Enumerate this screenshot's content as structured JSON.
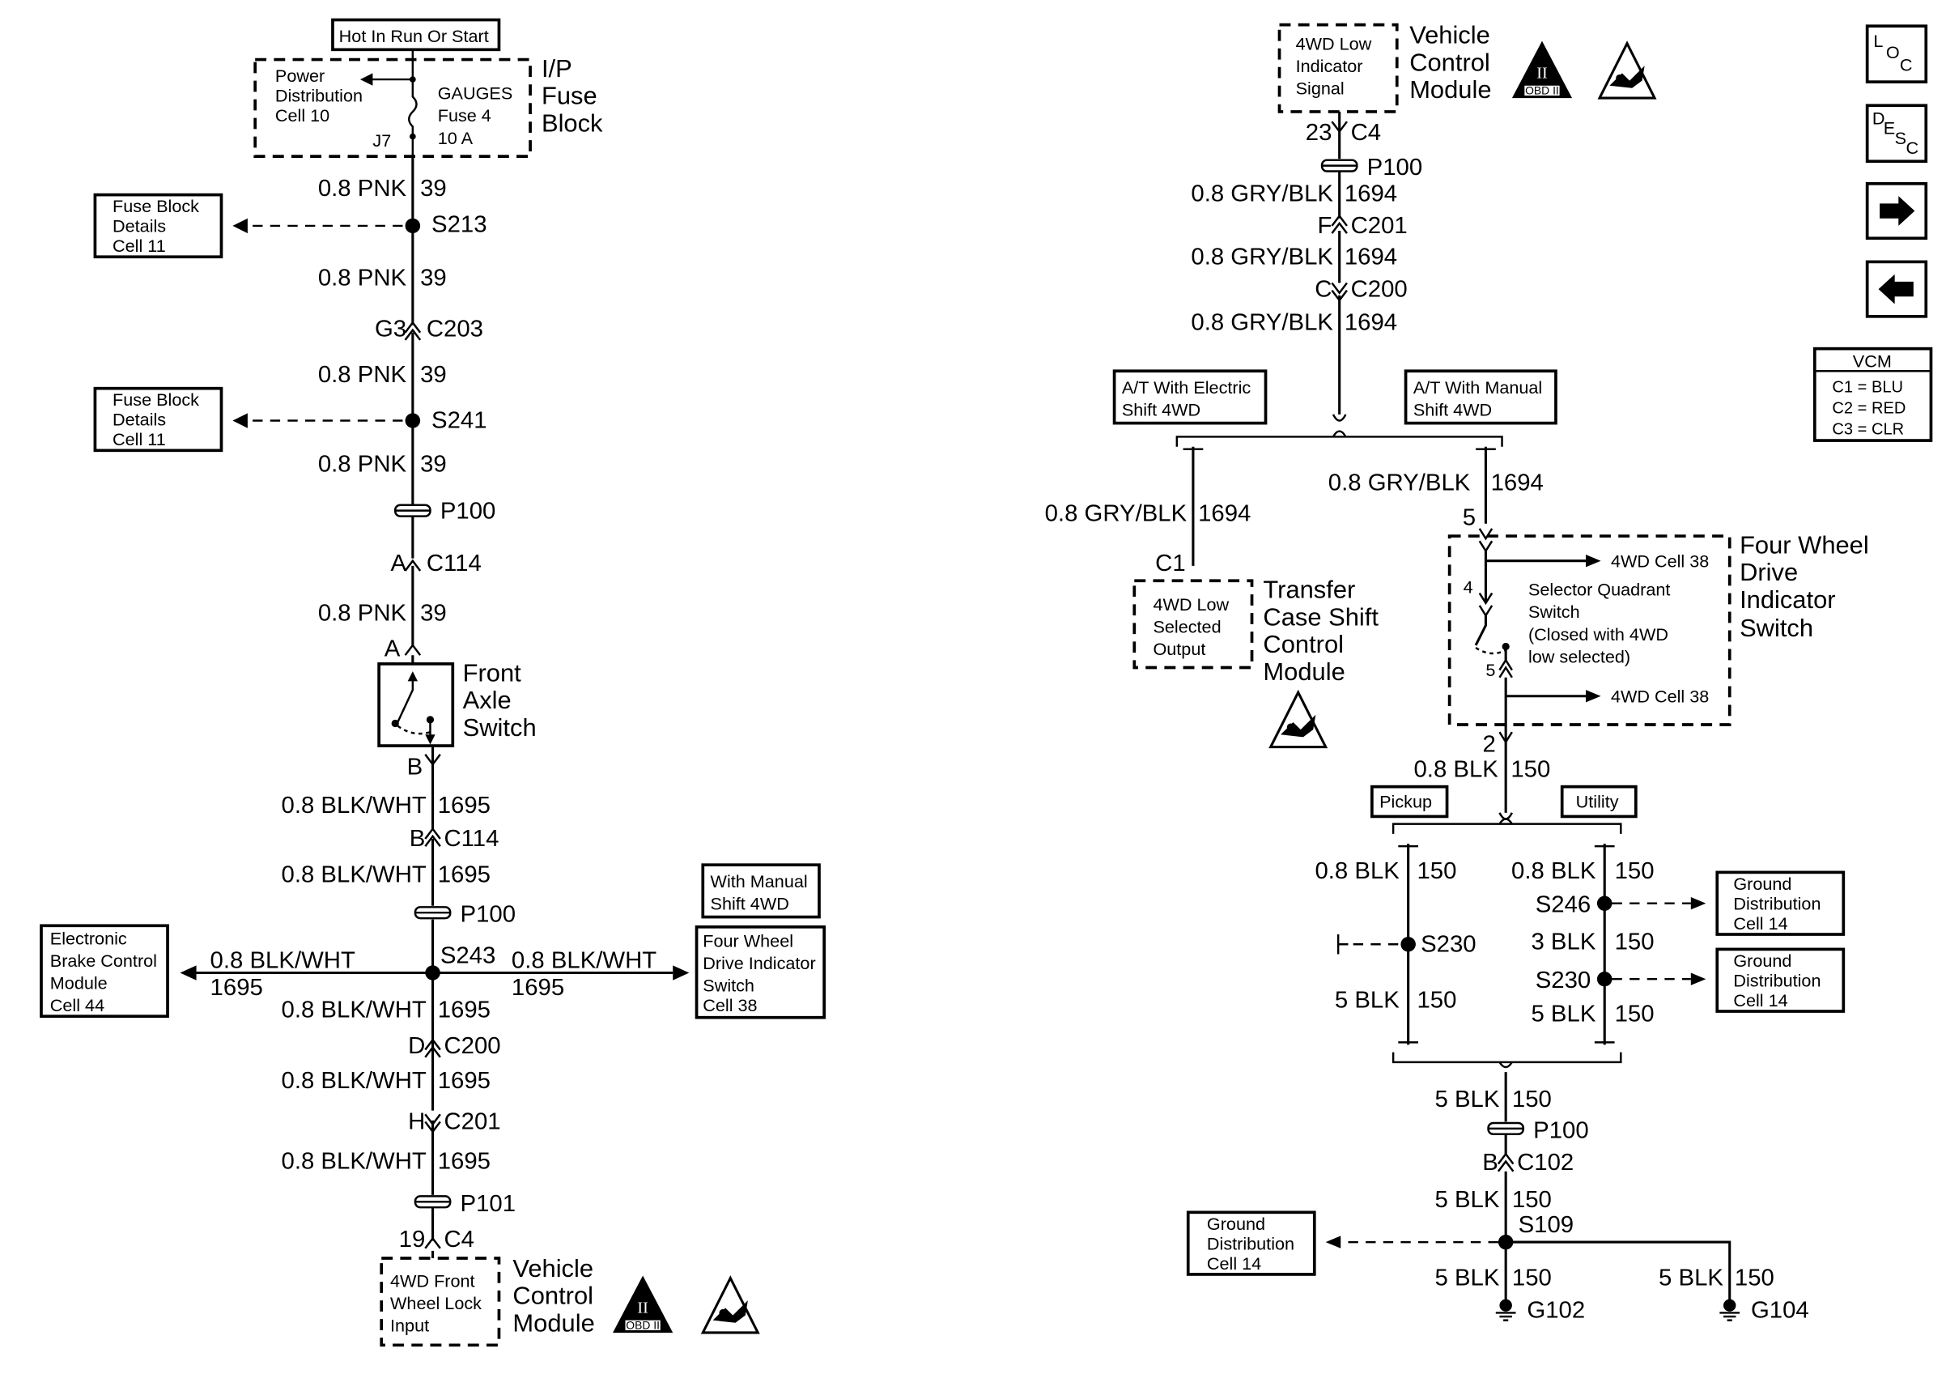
{
  "left": {
    "hot_label": "Hot In Run Or Start",
    "pdc": [
      "Power",
      "Distribution",
      "Cell 10"
    ],
    "gauges": [
      "GAUGES",
      "Fuse 4",
      "10 A"
    ],
    "fuse_pin": "J7",
    "ip_block": [
      "I/P",
      "Fuse",
      "Block"
    ],
    "fuse_ref_1": [
      "Fuse Block",
      "Details",
      "Cell 11"
    ],
    "fuse_ref_2": [
      "Fuse Block",
      "Details",
      "Cell 11"
    ],
    "w1": "0.8 PNK",
    "w1n": "39",
    "s213": "S213",
    "w2": "0.8 PNK",
    "w2n": "39",
    "c203_pin": "G3",
    "c203": "C203",
    "w3": "0.8 PNK",
    "w3n": "39",
    "s241": "S241",
    "w4": "0.8 PNK",
    "w4n": "39",
    "p100": "P100",
    "c114_pin": "A",
    "c114": "C114",
    "w5": "0.8 PNK",
    "w5n": "39",
    "sw_pin_a": "A",
    "front_axle": [
      "Front",
      "Axle",
      "Switch"
    ],
    "sw_pin_b": "B",
    "w6": "0.8 BLK/WHT",
    "w6n": "1695",
    "c114b_pin": "B",
    "c114b": "C114",
    "w7": "0.8 BLK/WHT",
    "w7n": "1695",
    "p100b": "P100",
    "ebcm": [
      "Electronic",
      "Brake Control",
      "Module",
      "Cell 44"
    ],
    "w_left": "0.8 BLK/WHT",
    "w_left_n": "1695",
    "s243": "S243",
    "w_right": "0.8 BLK/WHT",
    "w_right_n": "1695",
    "manual_shift": [
      "With Manual",
      "Shift 4WD"
    ],
    "fwd_ref": [
      "Four Wheel",
      "Drive Indicator",
      "Switch",
      "Cell 38"
    ],
    "w8": "0.8 BLK/WHT",
    "w8n": "1695",
    "c200_pin": "D",
    "c200": "C200",
    "w9": "0.8 BLK/WHT",
    "w9n": "1695",
    "c201_pin": "H",
    "c201": "C201",
    "w10": "0.8 BLK/WHT",
    "w10n": "1695",
    "p101": "P101",
    "c4_pin": "19",
    "c4": "C4",
    "vcm_input": [
      "4WD Front",
      "Wheel Lock",
      "Input"
    ],
    "vcm": [
      "Vehicle",
      "Control",
      "Module"
    ]
  },
  "right": {
    "vcm_signal": [
      "4WD Low",
      "Indicator",
      "Signal"
    ],
    "vcm": [
      "Vehicle",
      "Control",
      "Module"
    ],
    "c4_pin": "23",
    "c4": "C4",
    "p100": "P100",
    "w1": "0.8 GRY/BLK",
    "w1n": "1694",
    "c201_pin": "F",
    "c201": "C201",
    "w2": "0.8 GRY/BLK",
    "w2n": "1694",
    "c200_pin": "C",
    "c200": "C200",
    "w3": "0.8 GRY/BLK",
    "w3n": "1694",
    "at_electric": [
      "A/T With Electric",
      "Shift 4WD"
    ],
    "at_manual": [
      "A/T With Manual",
      "Shift 4WD"
    ],
    "w4": "0.8 GRY/BLK",
    "w4n": "1694",
    "tc_pin": "C1",
    "tc_output": [
      "4WD Low",
      "Selected",
      "Output"
    ],
    "tccm": [
      "Transfer",
      "Case Shift",
      "Control",
      "Module"
    ],
    "w5": "0.8 GRY/BLK",
    "w5n": "1694",
    "sw_pin_5": "5",
    "cell38_top": "4WD Cell 38",
    "sw_pin_4": "4",
    "sq_switch": [
      "Selector Quadrant",
      "Switch",
      "(Closed with 4WD",
      "low selected)"
    ],
    "sw_pin_5b": "5",
    "cell38_bottom": "4WD Cell 38",
    "fwd_switch": [
      "Four Wheel",
      "Drive",
      "Indicator",
      "Switch"
    ],
    "sw_pin_2": "2",
    "w6": "0.8 BLK",
    "w6n": "150",
    "pickup": "Pickup",
    "utility": "Utility",
    "w_p1": "0.8 BLK",
    "w_p1n": "150",
    "s230_left": "S230",
    "w_p2": "5 BLK",
    "w_p2n": "150",
    "w_u1": "0.8 BLK",
    "w_u1n": "150",
    "s246": "S246",
    "w_u2": "3 BLK",
    "w_u2n": "150",
    "s230_right": "S230",
    "w_u3": "5 BLK",
    "w_u3n": "150",
    "gd_ref_1": [
      "Ground",
      "Distribution",
      "Cell 14"
    ],
    "gd_ref_2": [
      "Ground",
      "Distribution",
      "Cell 14"
    ],
    "w7": "5 BLK",
    "w7n": "150",
    "p100b": "P100",
    "c102_pin": "B",
    "c102": "C102",
    "w8": "5 BLK",
    "w8n": "150",
    "s109": "S109",
    "gd_ref_3": [
      "Ground",
      "Distribution",
      "Cell 14"
    ],
    "w9": "5 BLK",
    "w9n": "150",
    "g102": "G102",
    "w10": "5 BLK",
    "w10n": "150",
    "g104": "G104"
  },
  "sidebar": {
    "loc": [
      "L",
      "O",
      "C"
    ],
    "desc": [
      "D",
      "E",
      "S",
      "C"
    ],
    "vcm_title": "VCM",
    "vcm_conn": [
      "C1 = BLU",
      "C2 = RED",
      "C3 = CLR"
    ]
  },
  "obd_label": "OBD II",
  "obd_numeral": "II"
}
